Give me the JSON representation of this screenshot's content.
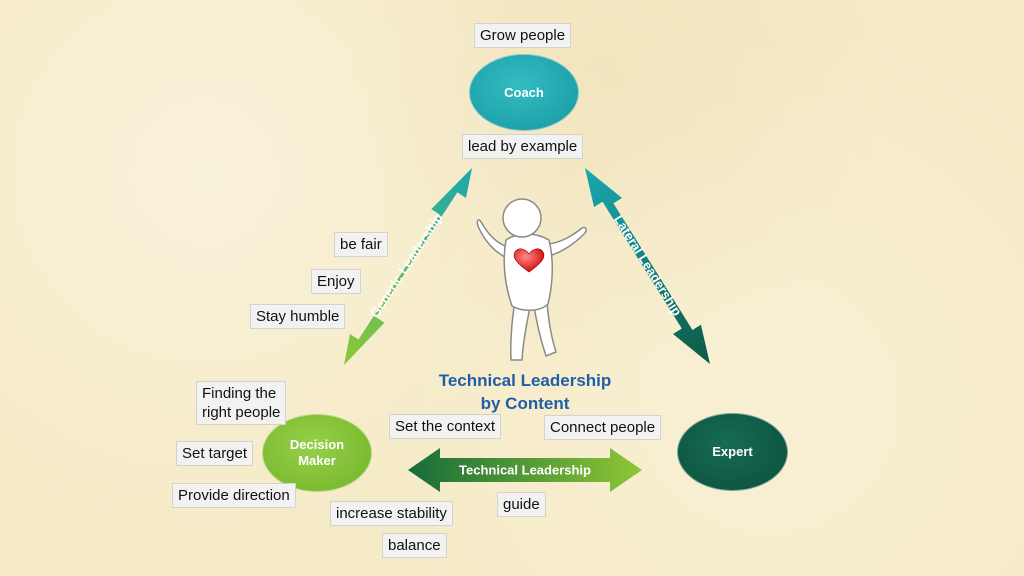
{
  "title": {
    "line1": "Technical Leadership",
    "line2": "by Content"
  },
  "roles": {
    "coach": "Coach",
    "decision_maker_line1": "Decision",
    "decision_maker_line2": "Maker",
    "expert": "Expert"
  },
  "arrows": {
    "generic": "Generic Leadership",
    "lateral": "Lateral Leadership",
    "technical": "Technical Leadership"
  },
  "labels": {
    "grow_people": "Grow people",
    "lead_by_example": "lead by example",
    "be_fair": "be fair",
    "enjoy": "Enjoy",
    "stay_humble": "Stay humble",
    "finding_line1": "Finding the",
    "finding_line2": "right people",
    "set_target": "Set target",
    "provide_direction": "Provide direction",
    "set_context": "Set the context",
    "connect_people": "Connect people",
    "increase_stability": "increase stability",
    "guide": "guide",
    "balance": "balance"
  },
  "colors": {
    "coach": "#1aa5ad",
    "decision_maker": "#7dbd2e",
    "expert": "#0d5a44"
  }
}
